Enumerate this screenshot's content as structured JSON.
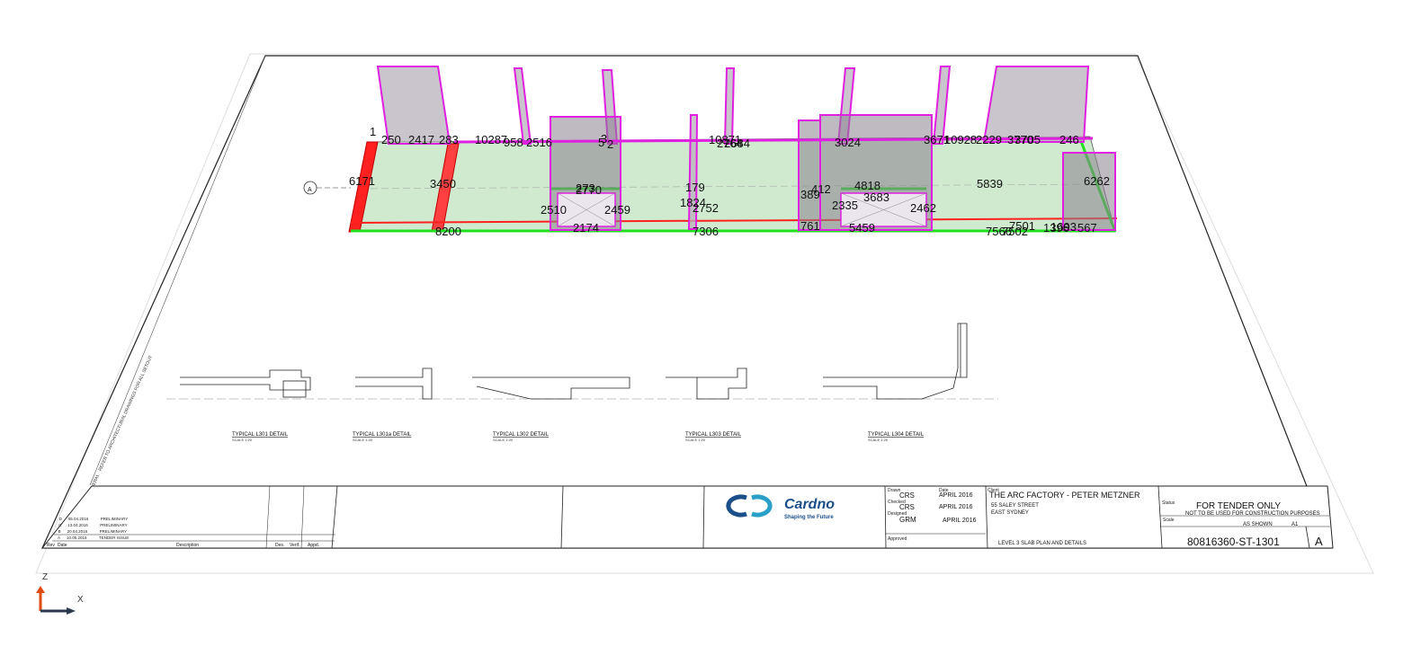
{
  "detail_titles": [
    {
      "title": "TYPICAL L301 DETAIL",
      "scale": "SCALE 1:20"
    },
    {
      "title": "TYPICAL L301a DETAIL",
      "scale": "SCALE 1:20"
    },
    {
      "title": "TYPICAL L302 DETAIL",
      "scale": "SCALE 1:20"
    },
    {
      "title": "TYPICAL L303 DETAIL",
      "scale": "SCALE 1:20"
    },
    {
      "title": "TYPICAL L304 DETAIL",
      "scale": "SCALE 1:20"
    }
  ],
  "title_block": {
    "logo_name": "Cardno",
    "tagline": "Shaping the Future",
    "drawn_label": "Drawn",
    "drawn": "CRS",
    "date_label": "Date",
    "drawn_date": "APRIL 2016",
    "checked_label": "Checked",
    "checked": "CRS",
    "checked_date": "APRIL 2016",
    "designed_label": "Designed",
    "designed": "GRM",
    "designed_date": "APRIL 2016",
    "approved_label": "Approved",
    "client_label": "Client",
    "project_title": "THE ARC FACTORY - PETER METZNER",
    "address_line1": "55 SALEY STREET",
    "address_line2": "EAST SYDNEY",
    "drawing_title": "LEVEL 3 SLAB PLAN AND DETAILS",
    "status_label": "Status",
    "status": "FOR TENDER ONLY",
    "status_note": "NOT TO BE USED FOR CONSTRUCTION PURPOSES",
    "scale_label": "Scale",
    "scale": "AS SHOWN",
    "size": "A1",
    "drawing_number": "80816360-ST-1301",
    "revision": "A"
  },
  "revision_table": {
    "headers": [
      "Rev",
      "Date",
      "Description",
      "Des.",
      "Verif.",
      "Appd."
    ],
    "rows": [
      {
        "rev": "A",
        "date": "10.05.2016",
        "desc": "TENDER ISSUE"
      },
      {
        "rev": "B",
        "date": "20.04.2016",
        "desc": "PRELIMINARY"
      },
      {
        "rev": "C",
        "date": "13.04.2016",
        "desc": "PRELIMINARY"
      },
      {
        "rev": "D",
        "date": "05.04.2016",
        "desc": "PRELIMINARY"
      }
    ]
  },
  "dimension_labels": [
    "250",
    "2417",
    "283",
    "10287",
    "958",
    "2516",
    "1",
    "5",
    "2",
    "3",
    "10871",
    "2764",
    "2684",
    "3024",
    "3671",
    "10928",
    "3770",
    "2229",
    "3705",
    "246",
    "6171",
    "3450",
    "2770",
    "273",
    "2510",
    "2459",
    "179",
    "1824",
    "2752",
    "389",
    "412",
    "4818",
    "2335",
    "2462",
    "3683",
    "5839",
    "6262",
    "8200",
    "2174",
    "7501",
    "1693",
    "7306",
    "761",
    "5459",
    "7502",
    "7566",
    "1396",
    "567"
  ],
  "grid_bubble": "A",
  "axis_z": "Z",
  "axis_x": "X",
  "colors": {
    "slab_fill": "#cfeacf",
    "wall_stroke": "#e020e0",
    "wall_fill": "#b8b0bc",
    "edge_red": "#ff2020",
    "edge_green": "#20e020"
  }
}
